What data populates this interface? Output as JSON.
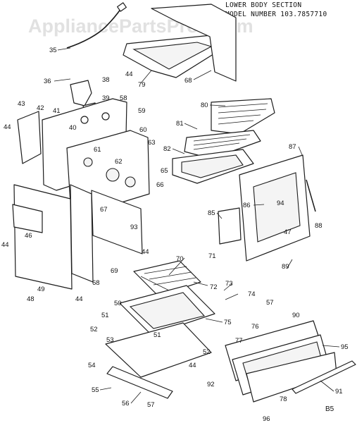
{
  "watermark": "AppliancePartsPros.com",
  "header": {
    "line1": "LOWER BODY SECTION",
    "line2": "MODEL NUMBER 103.7857710"
  },
  "page_tag": "B5",
  "callouts": [
    "35",
    "44",
    "79",
    "68",
    "36",
    "38",
    "43",
    "42",
    "41",
    "39",
    "58",
    "59",
    "40",
    "44",
    "60",
    "61",
    "63",
    "62",
    "65",
    "66",
    "80",
    "81",
    "82",
    "87",
    "67",
    "93",
    "46",
    "86",
    "94",
    "85",
    "88",
    "47",
    "44",
    "44",
    "69",
    "68",
    "89",
    "49",
    "48",
    "44",
    "70",
    "72",
    "71",
    "73",
    "74",
    "50",
    "51",
    "52",
    "75",
    "53",
    "57",
    "76",
    "90",
    "51",
    "52",
    "77",
    "95",
    "54",
    "44",
    "92",
    "78",
    "91",
    "55",
    "56",
    "57",
    "96"
  ],
  "colors": {
    "ink": "#1c1c1c",
    "watermark": "#c9c9c9",
    "background": "#ffffff"
  }
}
